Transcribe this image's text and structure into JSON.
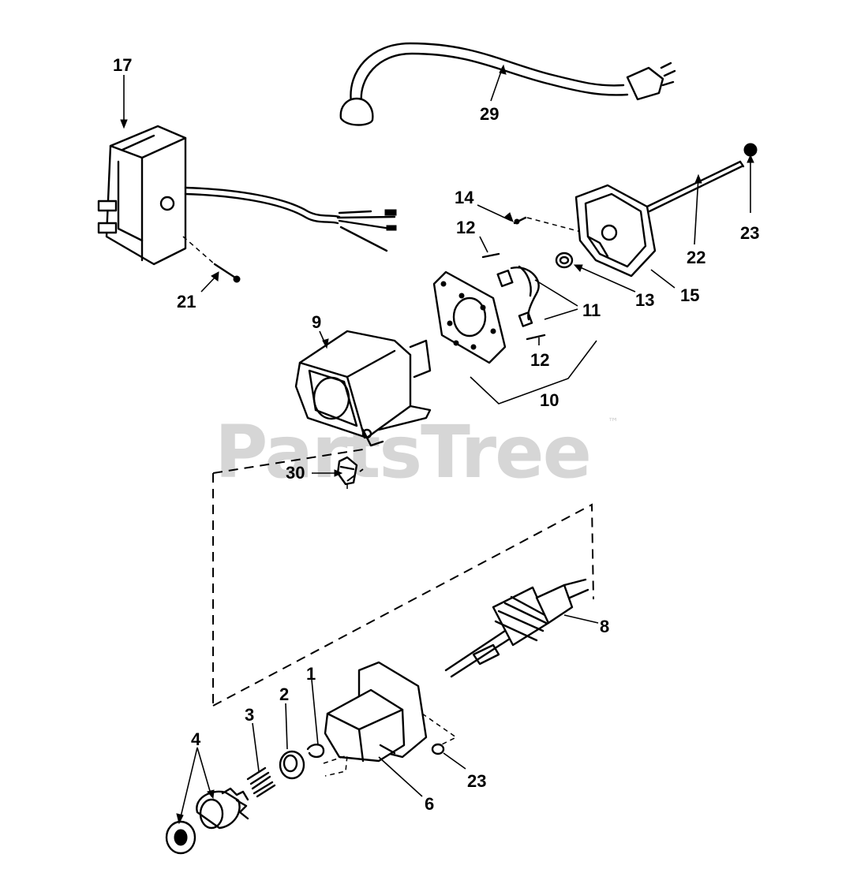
{
  "watermark": {
    "text": "PartsTree",
    "trademark": "™"
  },
  "callouts": [
    {
      "id": "17",
      "text": "17"
    },
    {
      "id": "29",
      "text": "29"
    },
    {
      "id": "14",
      "text": "14"
    },
    {
      "id": "12a",
      "text": "12"
    },
    {
      "id": "23a",
      "text": "23"
    },
    {
      "id": "22",
      "text": "22"
    },
    {
      "id": "21",
      "text": "21"
    },
    {
      "id": "11",
      "text": "11"
    },
    {
      "id": "13",
      "text": "13"
    },
    {
      "id": "15",
      "text": "15"
    },
    {
      "id": "9",
      "text": "9"
    },
    {
      "id": "12b",
      "text": "12"
    },
    {
      "id": "10",
      "text": "10"
    },
    {
      "id": "30",
      "text": "30"
    },
    {
      "id": "8",
      "text": "8"
    },
    {
      "id": "1",
      "text": "1"
    },
    {
      "id": "2",
      "text": "2"
    },
    {
      "id": "3",
      "text": "3"
    },
    {
      "id": "4",
      "text": "4"
    },
    {
      "id": "23b",
      "text": "23"
    },
    {
      "id": "6",
      "text": "6"
    }
  ]
}
